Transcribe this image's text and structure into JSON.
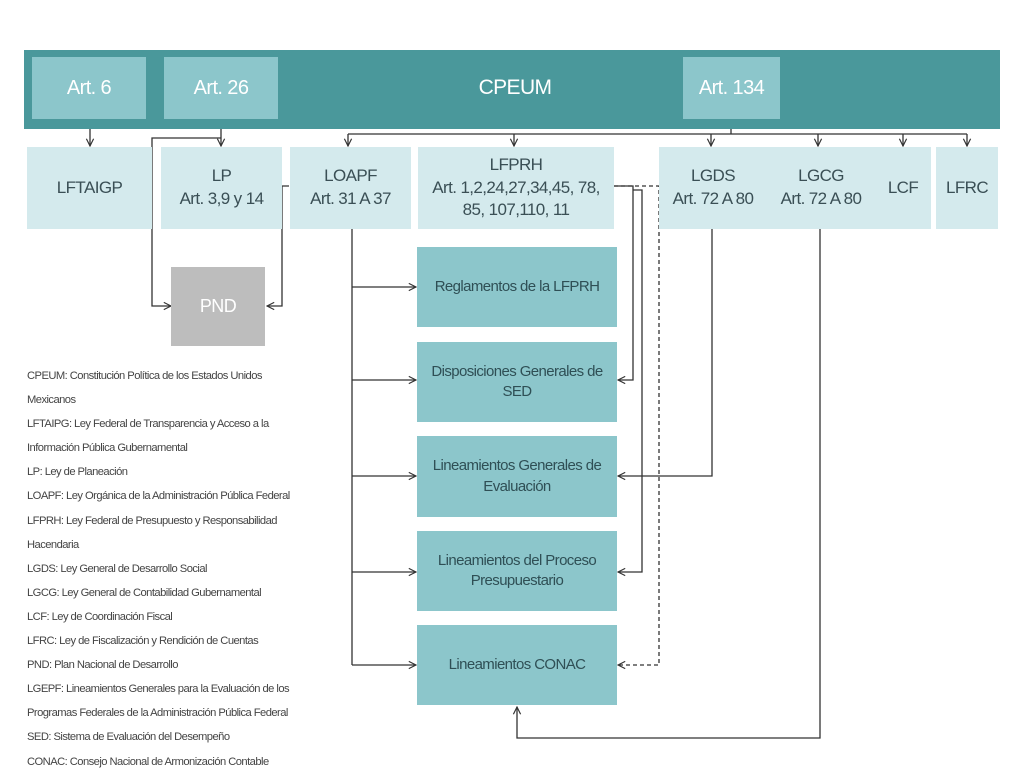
{
  "header": {
    "title": "CPEUM",
    "art6": "Art. 6",
    "art26": "Art. 26",
    "art134": "Art. 134"
  },
  "laws": {
    "lftaigp": "LFTAIGP",
    "lp": [
      "LP",
      "Art. 3,9 y 14"
    ],
    "loapf": [
      "LOAPF",
      "Art. 31 A 37"
    ],
    "lfprh": [
      "LFPRH",
      "Art. 1,2,24,27,34,45, 78,",
      "85, 107,110, 11"
    ],
    "lgds": [
      "LGDS",
      "Art. 72 A 80"
    ],
    "lgcg": [
      "LGCG",
      "Art. 72 A 80"
    ],
    "lcf": "LCF",
    "lfrc": "LFRC"
  },
  "pnd": "PND",
  "outputs": {
    "reglamentos": "Reglamentos de la LFPRH",
    "disposiciones": [
      "Disposiciones Generales de",
      "SED"
    ],
    "lineamientos_eval": [
      "Lineamientos Generales de",
      "Evaluación"
    ],
    "lineamientos_proceso": [
      "Lineamientos del Proceso",
      "Presupuestario"
    ],
    "lineamientos_conac": "Lineamientos CONAC"
  },
  "glossary": [
    "CPEUM: Constitución Política de los Estados Unidos",
    "Mexicanos",
    "LFTAIPG: Ley Federal de Transparencia y Acceso a la",
    "Información Pública Gubernamental",
    "LP: Ley de Planeación",
    "LOAPF: Ley Orgánica de la Administración Pública Federal",
    "LFPRH: Ley Federal de Presupuesto y Responsabilidad",
    "Hacendaria",
    "LGDS: Ley General de Desarrollo Social",
    "LGCG: Ley General de Contabilidad Gubernamental",
    "LCF: Ley de Coordinación Fiscal",
    "LFRC: Ley de Fiscalización y Rendición de Cuentas",
    "PND: Plan Nacional de Desarrollo",
    "LGEPF: Lineamientos Generales para la Evaluación de los",
    "Programas Federales de la Administración Pública Federal",
    "SED: Sistema de Evaluación del Desempeño",
    "CONAC: Consejo Nacional de Armonización Contable"
  ],
  "colors": {
    "banner": "#4a989b",
    "top_box": "#8cc6cb",
    "law_box": "#d4eaed",
    "output_box": "#8cc6cb",
    "pnd_box": "#bdbdbd",
    "connector": "#333333"
  }
}
